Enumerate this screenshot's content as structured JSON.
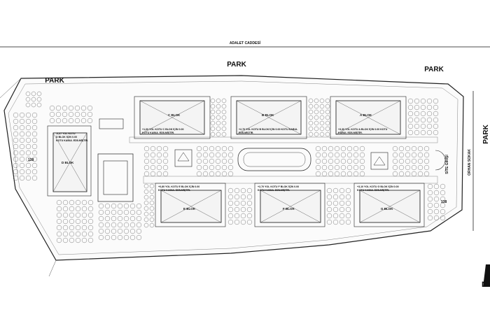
{
  "streets": {
    "top": "ADALET CADDESİ",
    "right": "ORHAN SOKAK",
    "site_entry": "SİTE GİRİŞİ"
  },
  "parks": {
    "left": "PARK",
    "top": "PARK",
    "top_right": "PARK",
    "right": "PARK"
  },
  "lot_numbers": {
    "left": "138",
    "right": "138"
  },
  "north_label": "N",
  "blocks": [
    {
      "id": "c",
      "name": "C BLOK",
      "note_line1": "+1,00 YOL KOTU C BLOK İÇİN 0.00",
      "note_line2": "KOTU KABUL EDİLMİŞTİR."
    },
    {
      "id": "b",
      "name": "B BLOK",
      "note_line1": "+2,70 YOL KOTU B BLOK İÇİN 0.00 KOTU KABUL",
      "note_line2": "EDİLMİŞTİR."
    },
    {
      "id": "a",
      "name": "A BLOK",
      "note_line1": "+3,30 YOL KOTU A BLOK İÇİN 0.00 KOTU",
      "note_line2": "KABUL EDİLMİŞTİR."
    },
    {
      "id": "d",
      "name": "D BLOK",
      "note_line1": "-0,47 YOL KOTU",
      "note_line2": "D BLOK İÇİN 0.00",
      "note_line3": "KOTU KABUL EDİLMİŞTİR."
    },
    {
      "id": "e",
      "name": "E BLOK",
      "note_line1": "+0,80 YOL KOTU E BLOK İÇİN 0.00",
      "note_line2": "KOTU KABUL EDİLMİŞTİR."
    },
    {
      "id": "f",
      "name": "F BLOK",
      "note_line1": "+2,70 YOL KOTU F BLOK İÇİN 0.00",
      "note_line2": "KOTU KABUL EDİLMİŞTİR."
    },
    {
      "id": "g",
      "name": "G BLOK",
      "note_line1": "+3,10 YOL KOTU G BLOK İÇİN 0.00",
      "note_line2": "KOTU KABUL EDİLMİŞTİR."
    }
  ]
}
